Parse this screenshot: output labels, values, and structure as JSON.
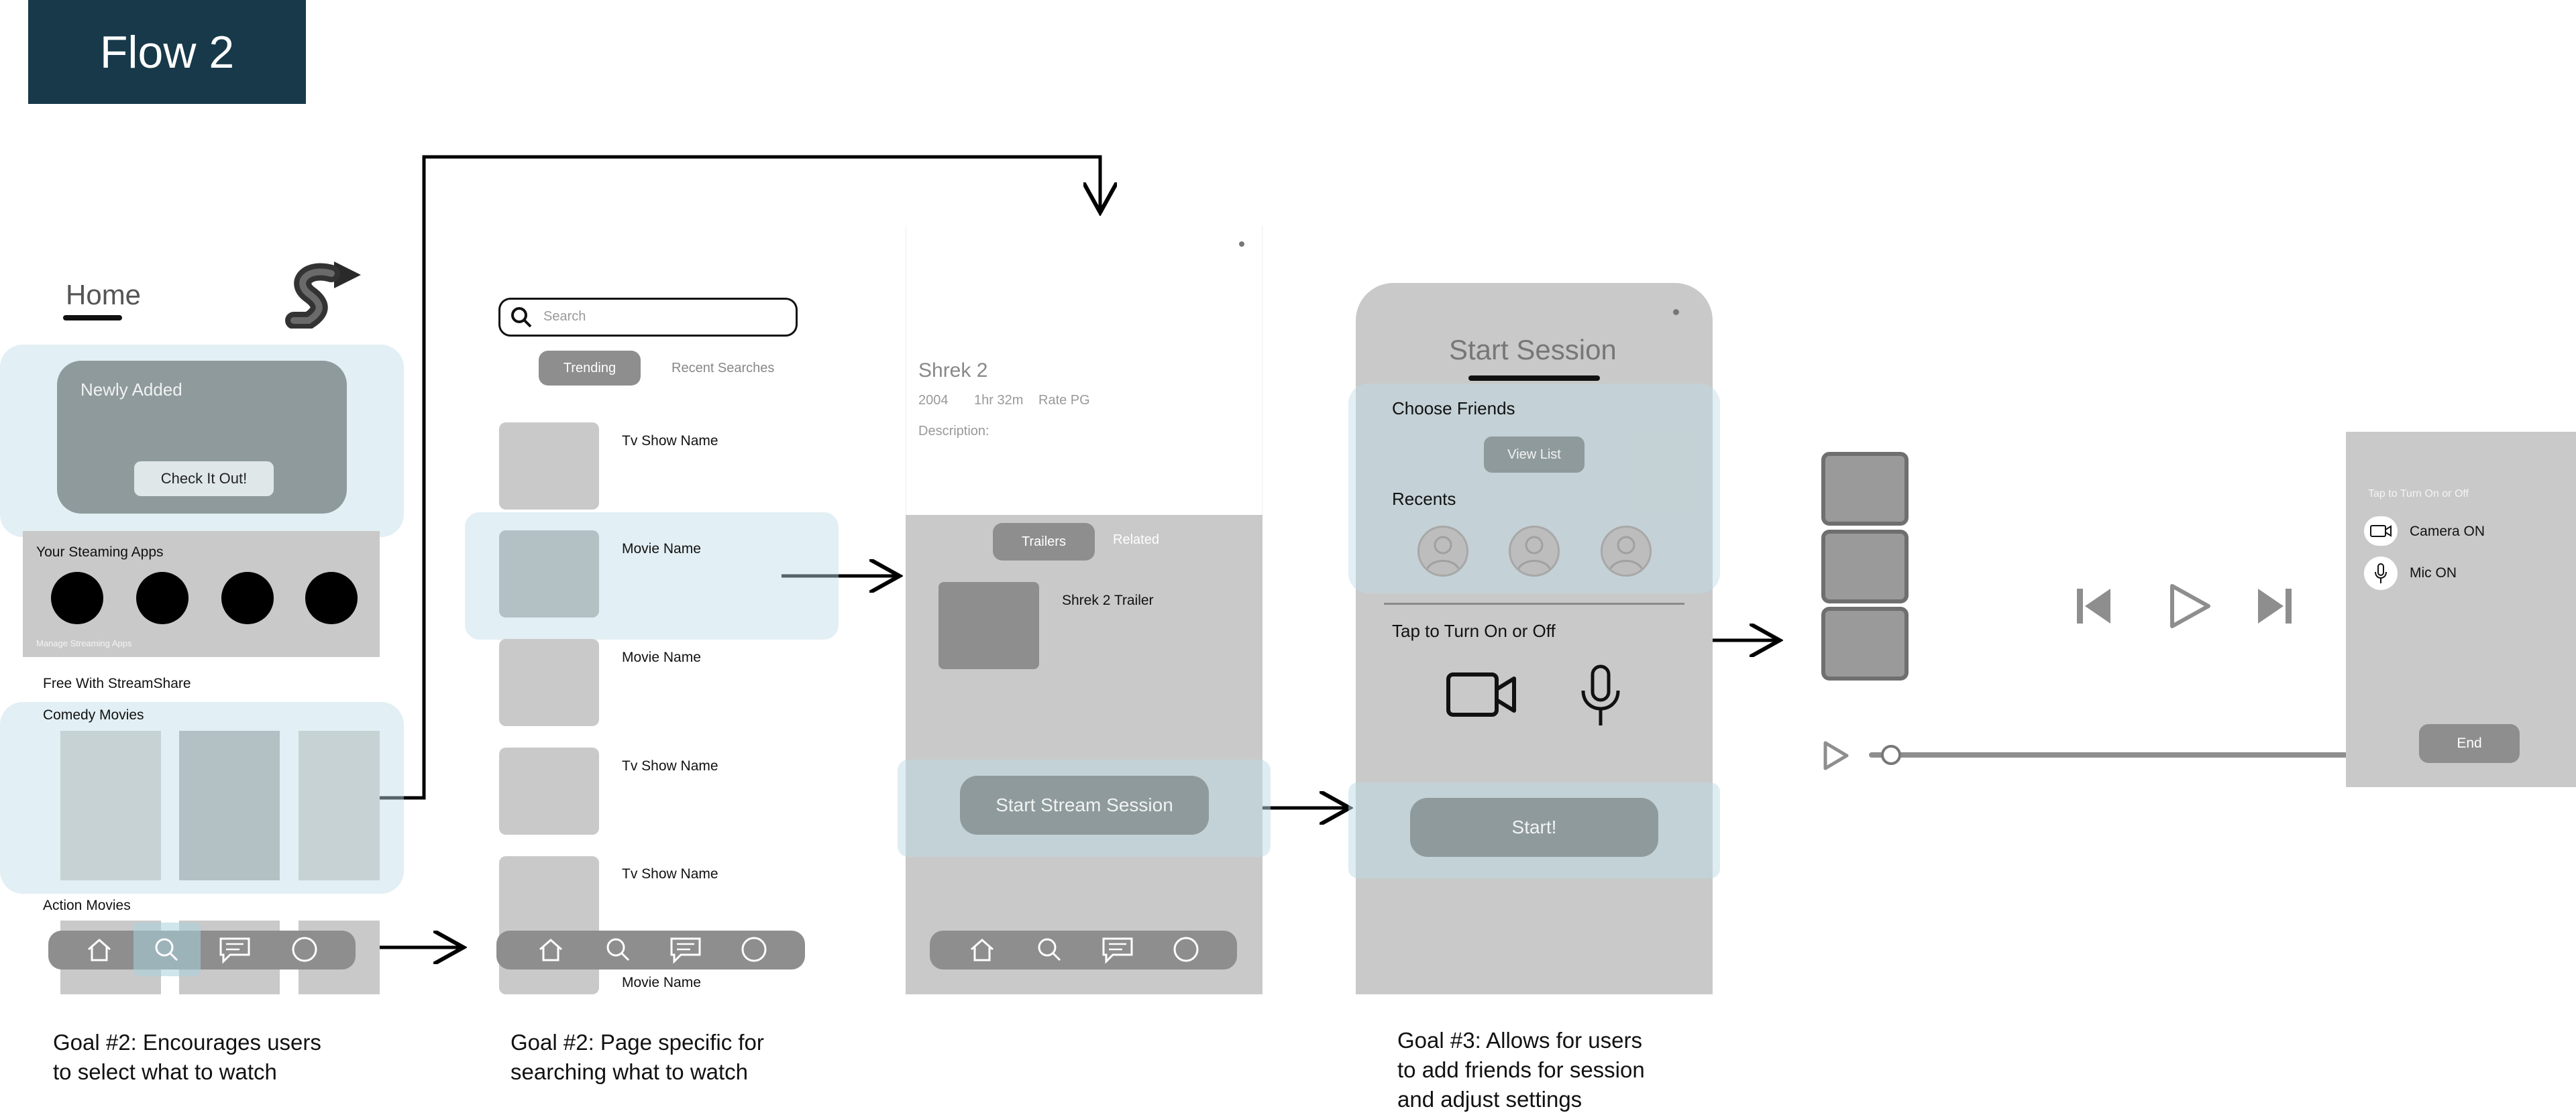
{
  "flow_title": "Flow 2",
  "home": {
    "title": "Home",
    "newly_added": "Newly Added",
    "check_it_out": "Check It Out!",
    "streaming_apps": "Your Steaming Apps",
    "manage_apps": "Manage Streaming Apps",
    "free_with": "Free With StreamShare",
    "comedy": "Comedy Movies",
    "action": "Action Movies"
  },
  "search": {
    "placeholder": "Search",
    "tab_trending": "Trending",
    "tab_recent": "Recent Searches",
    "results": [
      "Tv Show Name",
      "Movie Name",
      "Movie Name",
      "Tv Show Name",
      "Tv Show Name",
      "Movie Name"
    ]
  },
  "detail": {
    "title": "Shrek 2",
    "year": "2004",
    "duration": "1hr 32m",
    "rating": "Rate PG",
    "description": "Description:",
    "tab_trailers": "Trailers",
    "tab_related": "Related",
    "trailer_name": "Shrek 2 Trailer",
    "start_stream": "Start Stream Session"
  },
  "session": {
    "title": "Start Session",
    "choose_friends": "Choose Friends",
    "view_list": "View List",
    "recents": "Recents",
    "tap_toggle": "Tap to Turn On or Off",
    "start": "Start!"
  },
  "player": {
    "panel_hint": "Tap to Turn On or Off",
    "camera": "Camera ON",
    "mic": "Mic ON",
    "end": "End"
  },
  "goals": {
    "home": [
      "Goal #2: Encourages users",
      "to select what to watch"
    ],
    "search": [
      "Goal #2: Page specific for",
      "searching what to watch"
    ],
    "session": [
      "Goal #3: Allows for users",
      "to add friends for session",
      "and adjust settings"
    ]
  },
  "colors": {
    "title_bg": "#17394a",
    "highlight": "#bedce6",
    "wire_gray": "#c9c9c9",
    "dark_gray": "#8e8e8e"
  }
}
